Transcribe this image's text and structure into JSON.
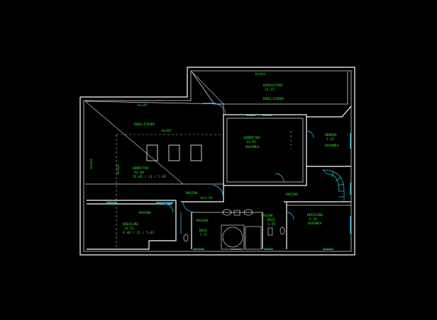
{
  "rooms": {
    "depozitare": {
      "name": "DEPOZITARE",
      "area": "13.37"
    },
    "dormitor_top": {
      "name": "DORMITOR",
      "area": "13.95",
      "floor": "DUSUMEA"
    },
    "dormitor_left": {
      "name": "DORMITOR",
      "area": "42.00",
      "extra": "25.05 / 11 / 5.05"
    },
    "dressing_right": {
      "name": "DRESSING",
      "area": "5.55",
      "floor": "DUSUMEA"
    },
    "dressing_left": {
      "name": "DRESSING",
      "area": "13.22",
      "extra": "6.40 / 11 / 5.02"
    },
    "debara": {
      "name": "DEBARA",
      "area": "3.22",
      "floor": "DUSUMEA"
    },
    "baie_left": {
      "name": "BAIE",
      "area": "7.72"
    },
    "baie_right": {
      "name": "BAIE",
      "area": "3.55"
    }
  },
  "labels": {
    "h_top": "H=143",
    "h_left_top": "H=145",
    "h_mid": "H=182",
    "h_left_side": "H=143",
    "h_left_vert": "H=182",
    "h_corridor": "H=2.93",
    "invelitoare_top": "INVELITOARE",
    "invelitoare_left": "INVELITOARE",
    "rasina_1": "RASINA",
    "rasina_2": "RASINA",
    "rasina_3": "RASINA",
    "rasina_4": "RASINA",
    "rasina_5": "RASINA"
  },
  "colors": {
    "background": "#000000",
    "walls": "#ffffff",
    "text": "#22ee22",
    "windows": "#27c4d8"
  }
}
